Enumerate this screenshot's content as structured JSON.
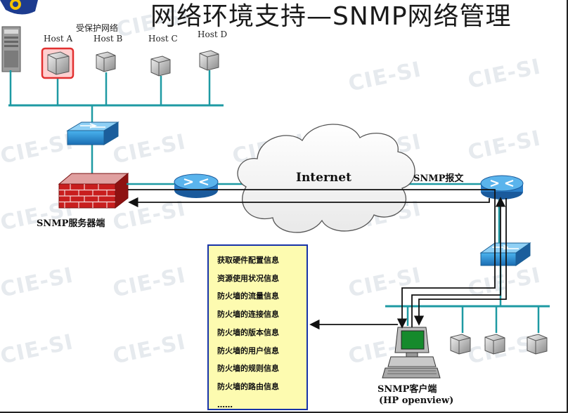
{
  "title": "网络环境支持—SNMP网络管理",
  "watermark": "CIE-SI",
  "protected_network_label": "受保护网络",
  "hosts": [
    "Host A",
    "Host B",
    "Host C",
    "Host D"
  ],
  "internet_label": "Internet",
  "snmp_message_label": "SNMP报文",
  "snmp_server_label": "SNMP服务器端",
  "snmp_client_label": "SNMP客户端",
  "client_software_label": "(HP openview)",
  "info_items": [
    "获取硬件配置信息",
    "资源使用状况信息",
    "防火墙的流量信息",
    "防火墙的连接信息",
    "防火墙的版本信息",
    "防火墙的用户信息",
    "防火墙的规则信息",
    "防火墙的路由信息",
    "……"
  ],
  "colors": {
    "lan_line": "#1e9aa3",
    "switch": "#2a8fd0",
    "router": "#2b7fc9",
    "firewall": "#c81e1e",
    "infobox_bg": "#fdfbb0",
    "infobox_border": "#1733a8"
  }
}
